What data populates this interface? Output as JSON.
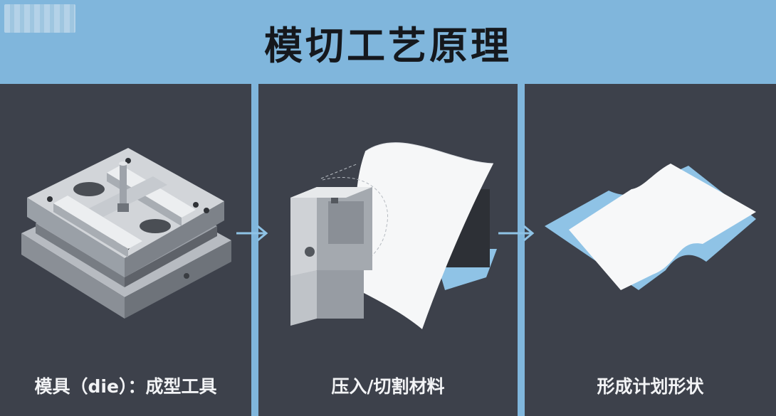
{
  "title": "模切工艺原理",
  "steps": [
    {
      "caption": "模具（die）：成型工具",
      "illustration": "die-mold-icon"
    },
    {
      "caption": "压入/切割材料",
      "illustration": "press-cut-icon"
    },
    {
      "caption": "形成计划形状",
      "illustration": "formed-shape-icon"
    }
  ],
  "colors": {
    "header": "#80b6dc",
    "panel": "#3d414b",
    "accent": "#8fc3e6",
    "title_text": "#15181d",
    "caption_text": "#f2f3f5"
  }
}
